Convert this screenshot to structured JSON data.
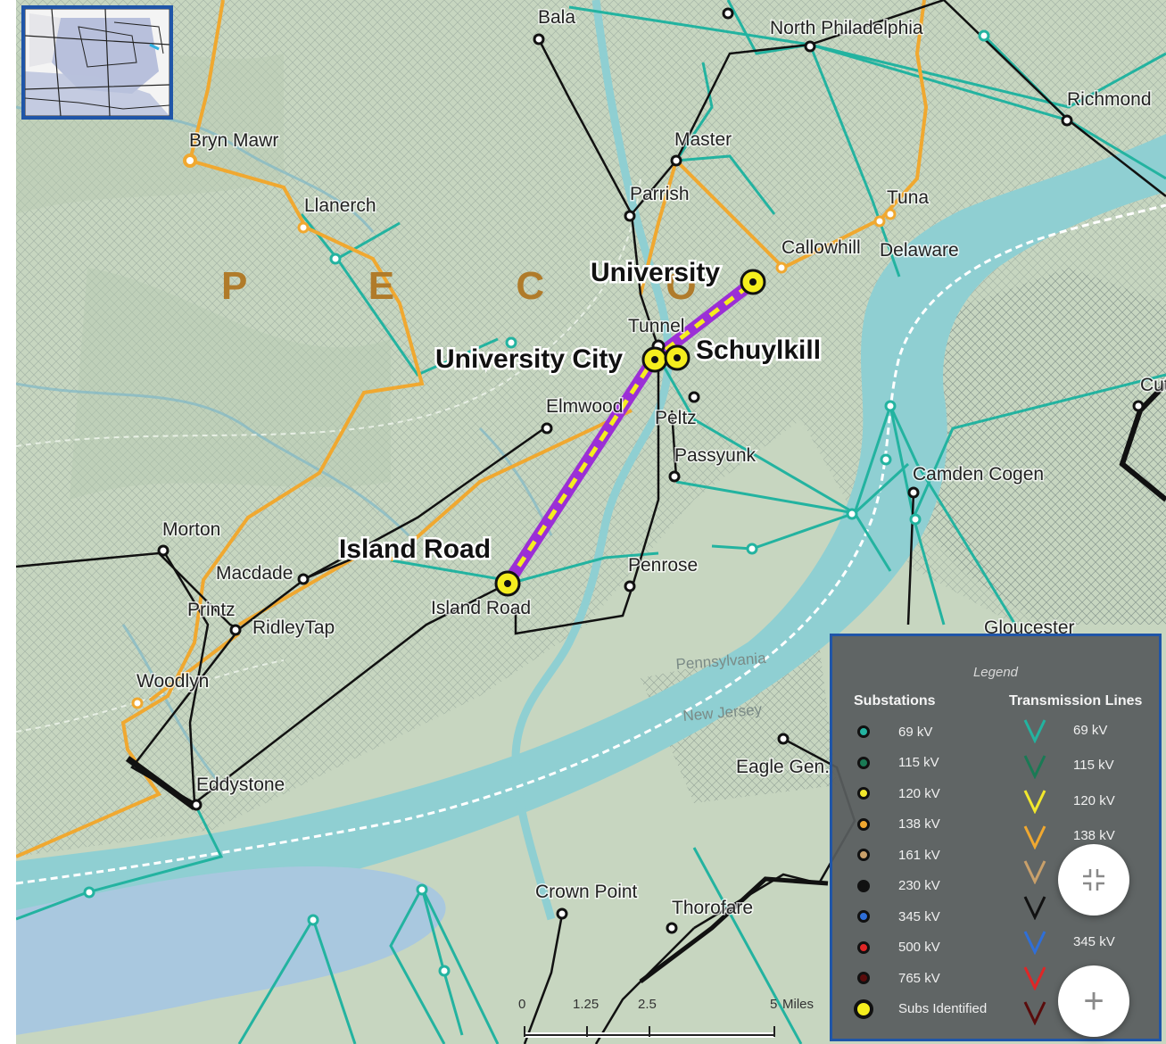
{
  "map": {
    "region_label": "P E C O",
    "state_labels": {
      "pennsylvania": "Pennsylvania",
      "new_jersey": "New Jersey"
    },
    "highlighted_substations": {
      "university": "University",
      "university_city": "University City",
      "schuylkill": "Schuylkill",
      "island_road": "Island Road"
    },
    "places": {
      "bala": "Bala",
      "north_philadelphia": "North Philadelphia",
      "richmond": "Richmond",
      "bryn_mawr": "Bryn Mawr",
      "master": "Master",
      "parrish": "Parrish",
      "llanerch": "Llanerch",
      "tuna": "Tuna",
      "callowhill": "Callowhill",
      "delaware": "Delaware",
      "tunnel": "Tunnel",
      "elmwood": "Elmwood",
      "peltz": "Peltz",
      "passyunk": "Passyunk",
      "camden_cogen": "Camden Cogen",
      "morton": "Morton",
      "macdade": "Macdade",
      "printz": "Printz",
      "ridley_tap": "RidleyTap",
      "island_road_small": "Island Road",
      "penrose": "Penrose",
      "gloucester": "Gloucester",
      "woodlyn": "Woodlyn",
      "eagle_gen": "Eagle Gen.",
      "eddystone": "Eddystone",
      "crown_point": "Crown Point",
      "thorofare": "Thorofare",
      "cut_partial": "Cut"
    },
    "scale_bar": {
      "ticks": [
        "0",
        "1.25",
        "2.5",
        "5"
      ],
      "unit": "Miles"
    }
  },
  "legend": {
    "title": "Legend",
    "substations_header": "Substations",
    "lines_header": "Transmission Lines",
    "substations": [
      {
        "label": "69 kV",
        "color": "#23b3a0"
      },
      {
        "label": "115 kV",
        "color": "#1a7a55"
      },
      {
        "label": "120 kV",
        "color": "#f2e82c"
      },
      {
        "label": "138 kV",
        "color": "#f0a830"
      },
      {
        "label": "161 kV",
        "color": "#c9a06a"
      },
      {
        "label": "230 kV",
        "color": "#111111"
      },
      {
        "label": "345 kV",
        "color": "#2f6fd8"
      },
      {
        "label": "500 kV",
        "color": "#e02626"
      },
      {
        "label": "765 kV",
        "color": "#5a0c0c"
      },
      {
        "label": "Subs Identified",
        "color": "#f5ee1e",
        "identified": true
      }
    ],
    "lines": [
      {
        "label": "69 kV",
        "color": "#23b3a0"
      },
      {
        "label": "115 kV",
        "color": "#1a7a55"
      },
      {
        "label": "120 kV",
        "color": "#f2e82c"
      },
      {
        "label": "138 kV",
        "color": "#f0a830"
      },
      {
        "label": "",
        "color": "#c9a06a"
      },
      {
        "label": "",
        "color": "#111111"
      },
      {
        "label": "345 kV",
        "color": "#2f6fd8"
      },
      {
        "label": "",
        "color": "#e02626"
      },
      {
        "label": "",
        "color": "#5a0c0c"
      }
    ]
  },
  "controls": {
    "collapse_icon": "collapse-icon",
    "zoom_in_label": "+"
  },
  "colors": {
    "kv69": "#23b3a0",
    "kv230": "#111111",
    "kv138": "#f0a830",
    "route": "#9b2fd6",
    "route_dash": "#f5ee1e",
    "water": "#8fcfd2",
    "land": "#c9d7c4",
    "legend_border": "#1f55a8"
  }
}
